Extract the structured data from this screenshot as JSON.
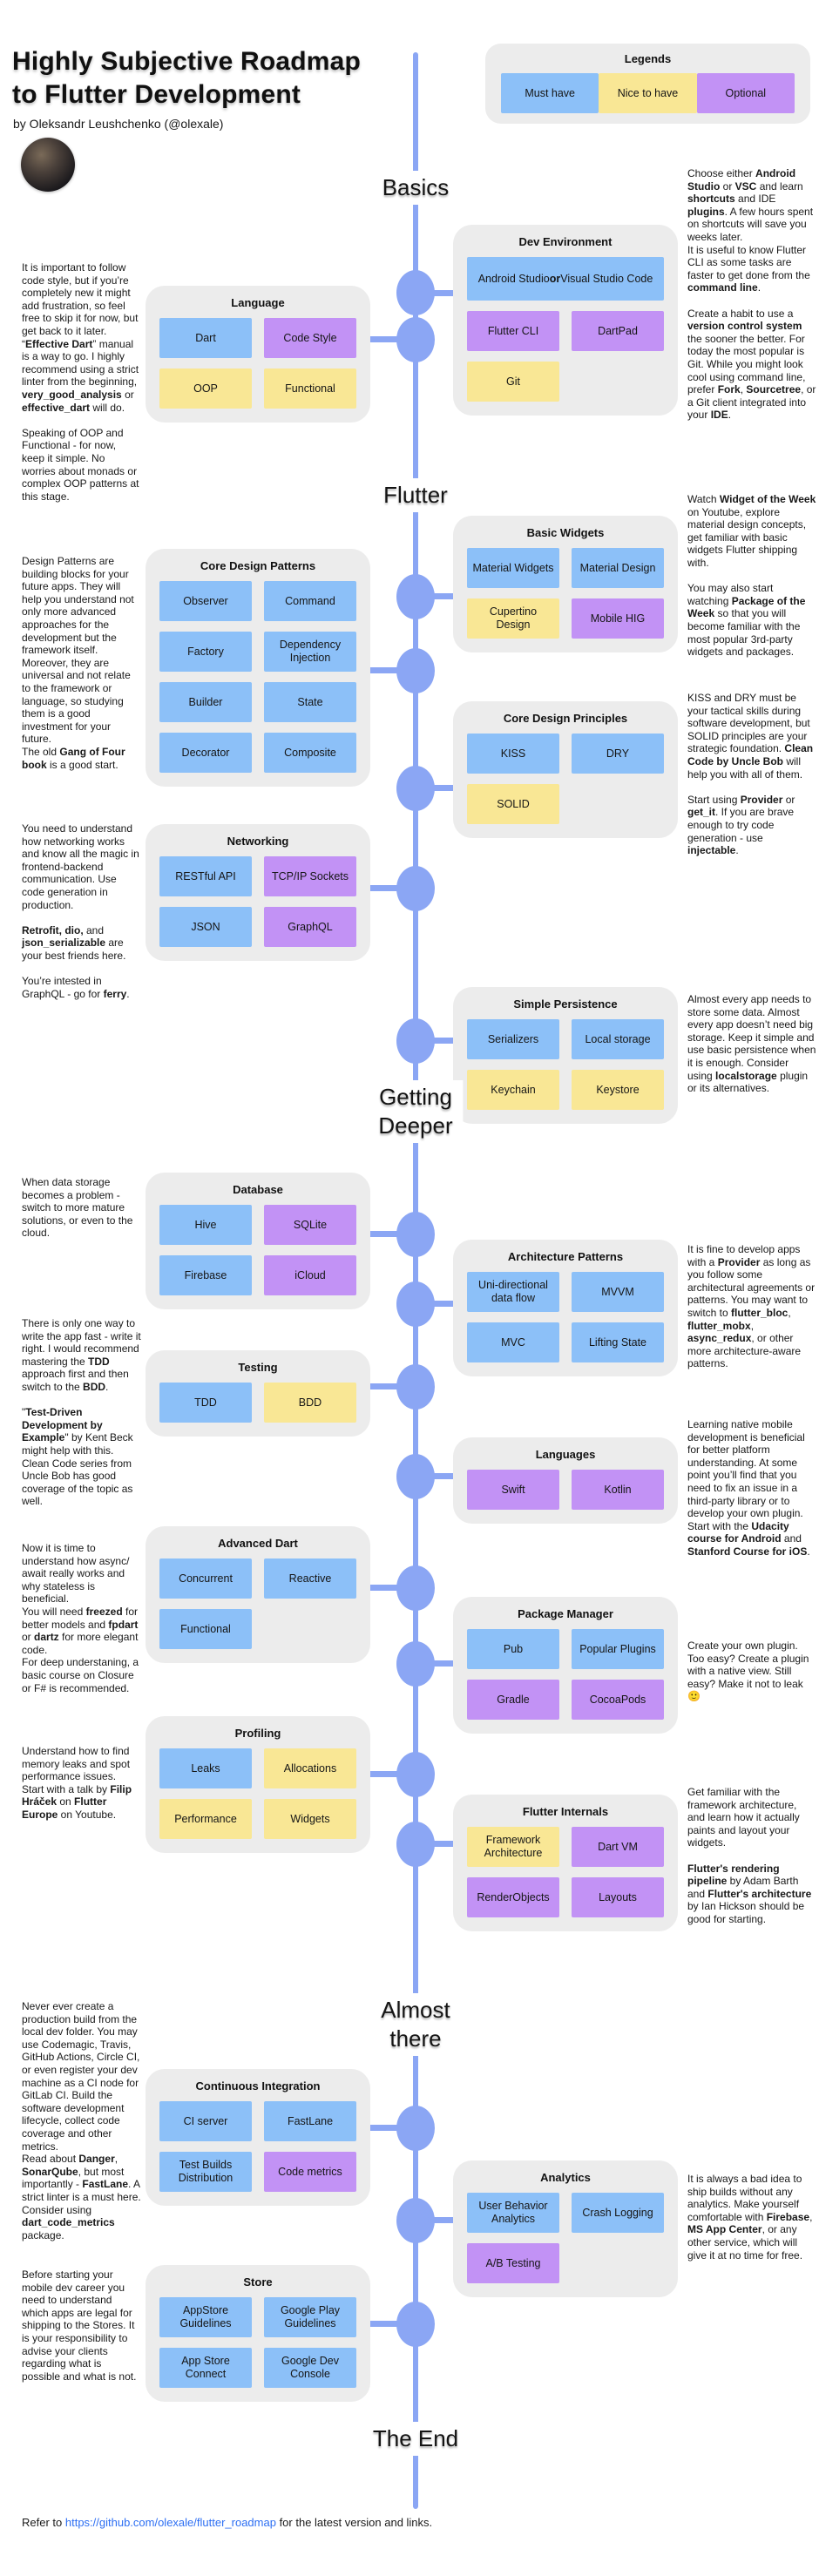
{
  "page": {
    "title": "Highly Subjective Roadmap\nto Flutter Development",
    "byline": "by Oleksandr Leushchenko (@olexale)",
    "footer_prefix": "Refer to ",
    "footer_link": "https://github.com/olexale/flutter_roadmap",
    "footer_suffix": " for the latest version and links."
  },
  "colors": {
    "must": "#8CC0F8",
    "nice": "#F9E795",
    "optional": "#C292F5",
    "tl": "#8BA6F4",
    "box": "#ECECEC",
    "link": "#2D6FF3"
  },
  "legend": {
    "title": "Legends",
    "items": [
      {
        "label": "Must have",
        "type": "must"
      },
      {
        "label": "Nice to have",
        "type": "nice"
      },
      {
        "label": "Optional",
        "type": "optional"
      }
    ]
  },
  "sections": {
    "basics": "Basics",
    "flutter": "Flutter",
    "deeper": "Getting\nDeeper",
    "almost": "Almost\nthere",
    "end": "The End"
  },
  "boxes": {
    "dev_environment": {
      "title": "Dev Environment",
      "rows": [
        [
          {
            "label": "Android Studio <b>or</b> Visual Studio Code",
            "type": "must",
            "span": 2
          }
        ],
        [
          {
            "label": "Flutter CLI",
            "type": "optional"
          },
          {
            "label": "DartPad",
            "type": "optional"
          }
        ],
        [
          {
            "label": "Git",
            "type": "nice"
          }
        ]
      ]
    },
    "language": {
      "title": "Language",
      "rows": [
        [
          {
            "label": "Dart",
            "type": "must"
          },
          {
            "label": "Code Style",
            "type": "optional"
          }
        ],
        [
          {
            "label": "OOP",
            "type": "nice"
          },
          {
            "label": "Functional",
            "type": "nice"
          }
        ]
      ]
    },
    "basic_widgets": {
      "title": "Basic Widgets",
      "rows": [
        [
          {
            "label": "Material Widgets",
            "type": "must"
          },
          {
            "label": "Material Design",
            "type": "must"
          }
        ],
        [
          {
            "label": "Cupertino Design",
            "type": "nice"
          },
          {
            "label": "Mobile HIG",
            "type": "optional"
          }
        ]
      ]
    },
    "design_patterns": {
      "title": "Core Design Patterns",
      "rows": [
        [
          {
            "label": "Observer",
            "type": "must"
          },
          {
            "label": "Command",
            "type": "must"
          }
        ],
        [
          {
            "label": "Factory",
            "type": "must"
          },
          {
            "label": "Dependency Injection",
            "type": "must"
          }
        ],
        [
          {
            "label": "Builder",
            "type": "must"
          },
          {
            "label": "State",
            "type": "must"
          }
        ],
        [
          {
            "label": "Decorator",
            "type": "must"
          },
          {
            "label": "Composite",
            "type": "must"
          }
        ]
      ]
    },
    "design_principles": {
      "title": "Core Design Principles",
      "rows": [
        [
          {
            "label": "KISS",
            "type": "must"
          },
          {
            "label": "DRY",
            "type": "must"
          }
        ],
        [
          {
            "label": "SOLID",
            "type": "nice"
          }
        ]
      ]
    },
    "networking": {
      "title": "Networking",
      "rows": [
        [
          {
            "label": "RESTful API",
            "type": "must"
          },
          {
            "label": "TCP/IP Sockets",
            "type": "optional"
          }
        ],
        [
          {
            "label": "JSON",
            "type": "must"
          },
          {
            "label": "GraphQL",
            "type": "optional"
          }
        ]
      ]
    },
    "persistence": {
      "title": "Simple Persistence",
      "rows": [
        [
          {
            "label": "Serializers",
            "type": "must"
          },
          {
            "label": "Local storage",
            "type": "must"
          }
        ],
        [
          {
            "label": "Keychain",
            "type": "nice"
          },
          {
            "label": "Keystore",
            "type": "nice"
          }
        ]
      ]
    },
    "database": {
      "title": "Database",
      "rows": [
        [
          {
            "label": "Hive",
            "type": "must"
          },
          {
            "label": "SQLite",
            "type": "optional"
          }
        ],
        [
          {
            "label": "Firebase",
            "type": "must"
          },
          {
            "label": "iCloud",
            "type": "optional"
          }
        ]
      ]
    },
    "architecture": {
      "title": "Architecture Patterns",
      "rows": [
        [
          {
            "label": "Uni-directional data flow",
            "type": "must"
          },
          {
            "label": "MVVM",
            "type": "must"
          }
        ],
        [
          {
            "label": "MVC",
            "type": "must"
          },
          {
            "label": "Lifting State",
            "type": "must"
          }
        ]
      ]
    },
    "testing": {
      "title": "Testing",
      "rows": [
        [
          {
            "label": "TDD",
            "type": "must"
          },
          {
            "label": "BDD",
            "type": "nice"
          }
        ]
      ]
    },
    "languages": {
      "title": "Languages",
      "rows": [
        [
          {
            "label": "Swift",
            "type": "optional"
          },
          {
            "label": "Kotlin",
            "type": "optional"
          }
        ]
      ]
    },
    "advanced_dart": {
      "title": "Advanced Dart",
      "rows": [
        [
          {
            "label": "Concurrent",
            "type": "must"
          },
          {
            "label": "Reactive",
            "type": "must"
          }
        ],
        [
          {
            "label": "Functional",
            "type": "must"
          }
        ]
      ]
    },
    "package_manager": {
      "title": "Package Manager",
      "rows": [
        [
          {
            "label": "Pub",
            "type": "must"
          },
          {
            "label": "Popular Plugins",
            "type": "must"
          }
        ],
        [
          {
            "label": "Gradle",
            "type": "optional"
          },
          {
            "label": "CocoaPods",
            "type": "optional"
          }
        ]
      ]
    },
    "profiling": {
      "title": "Profiling",
      "rows": [
        [
          {
            "label": "Leaks",
            "type": "must"
          },
          {
            "label": "Allocations",
            "type": "nice"
          }
        ],
        [
          {
            "label": "Performance",
            "type": "nice"
          },
          {
            "label": "Widgets",
            "type": "nice"
          }
        ]
      ]
    },
    "internals": {
      "title": "Flutter Internals",
      "rows": [
        [
          {
            "label": "Framework Architecture",
            "type": "nice"
          },
          {
            "label": "Dart VM",
            "type": "optional"
          }
        ],
        [
          {
            "label": "RenderObjects",
            "type": "optional"
          },
          {
            "label": "Layouts",
            "type": "optional"
          }
        ]
      ]
    },
    "ci": {
      "title": "Continuous Integration",
      "rows": [
        [
          {
            "label": "CI server",
            "type": "must"
          },
          {
            "label": "FastLane",
            "type": "must"
          }
        ],
        [
          {
            "label": "Test Builds Distribution",
            "type": "must"
          },
          {
            "label": "Code metrics",
            "type": "optional"
          }
        ]
      ]
    },
    "analytics": {
      "title": "Analytics",
      "rows": [
        [
          {
            "label": "User Behavior Analytics",
            "type": "must"
          },
          {
            "label": "Crash Logging",
            "type": "must"
          }
        ],
        [
          {
            "label": "A/B Testing",
            "type": "optional"
          }
        ]
      ]
    },
    "store": {
      "title": "Store",
      "rows": [
        [
          {
            "label": "AppStore Guidelines",
            "type": "must"
          },
          {
            "label": "Google Play Guidelines",
            "type": "must"
          }
        ],
        [
          {
            "label": "App Store Connect",
            "type": "must"
          },
          {
            "label": "Google Dev Console",
            "type": "must"
          }
        ]
      ]
    }
  },
  "notes": {
    "basics_left": "It is important to follow code style, but if you’re completely new it might add frustration, so feel free to skip it for now, but get back to it later. “<b>Effective Dart</b>” manual is a way to go. I highly recommend using a strict linter from the beginning, <b>very_good_analysis</b> or <b>effective_dart</b> will do.\n\nSpeaking of OOP and Functional - for now, keep it simple. No worries about monads or complex OOP patterns at this stage.",
    "basics_right": "Choose either <b>Android Studio</b> or <b>VSC</b> and learn <b>shortcuts</b> and IDE <b>plugins</b>. A few hours spent on shortcuts will save you weeks later.\nIt is useful to know Flutter CLI as some tasks are faster to get done from the <b>command line</b>.\n\nCreate a habit to use a <b>version control system</b> the sooner the better. For today the most popular is Git. While you might look cool using command line, prefer <b>Fork</b>, <b>Sourcetree</b>, or a Git client integrated into your <b>IDE</b>.",
    "widgets_right": "Watch <b>Widget of the Week</b> on Youtube, explore material design concepts, get familiar with basic widgets Flutter shipping with.\n\nYou may also start watching <b>Package of the Week</b> so that you will become familiar with the most popular 3rd-party widgets and packages.",
    "patterns_left": "Design Patterns are building blocks for your future apps. They will help you understand not only more advanced approaches for the development but the framework itself. Moreover, they are universal and not relate to the framework or language, so studying them is a good investment for your future.\nThe old <b>Gang of Four book</b> is a good start.",
    "principles_right": "KISS and DRY must be your tactical skills during software development, but SOLID principles are your strategic foundation. <b>Clean Code by Uncle Bob</b> will help you with all of them.\n\nStart using <b>Provider</b> or <b>get_it</b>. If you are brave enough to try code generation - use <b>injectable</b>.",
    "networking_left": "You need to understand how networking works and know all the magic in frontend-backend communication. Use code generation in production.\n\n<b>Retrofit, dio,</b> and <b>json_serializable</b> are your best friends here.\n\nYou’re intested in GraphQL - go for <b>ferry</b>.",
    "persistence_right": "Almost every app needs to store some data. Almost every app doesn’t need big storage. Keep it simple and use basic persistence when it is enough. Consider using <b>localstorage</b> plugin or its alternatives.",
    "database_left": "When data storage becomes a problem - switch to more mature solutions, or even to the cloud.",
    "architecture_right": "It is fine to develop apps with a <b>Provider</b> as long as you follow some architectural agreements or patterns. You may want to switch to <b>flutter_bloc</b>, <b>flutter_mobx</b>, <b>async_redux</b>, or other more architecture-aware patterns.",
    "testing_left": "There is only one way to write the app fast - write it right. I would recommend mastering the <b>TDD</b> approach first and then switch to the <b>BDD</b>.\n\n\"<b>Test-Driven Development by Example</b>\" by Kent Beck might help with this. Clean Code series from Uncle Bob has good coverage of the topic as well.",
    "native_right": "Learning native mobile development is beneficial for better platform understanding. At some point you’ll find that you need to fix an issue in a third-party library or to develop your own plugin. Start with the <b>Udacity course for Android</b> and <b>Stanford Course for iOS</b>.",
    "dart_left": "Now it is time to understand how async/ await really works and why stateless is beneficial.\nYou will need <b>freezed</b> for better models and <b>fpdart</b> or <b>dartz</b> for more elegant code.\nFor deep understaning, a basic course on Closure or F# is recommended.",
    "plugin_right": "Create your own plugin. Too easy? Create a plugin with a native view. Still easy? Make it not to leak 🙂",
    "profiling_left": "Understand how to find memory leaks and spot performance issues.\nStart with a talk by <b>Filip Hráček</b> on <b>Flutter Europe</b> on Youtube.",
    "internals_right": "Get familiar with the framework architecture, and learn how it actually paints and layout your widgets.\n\n<b>Flutter's rendering pipeline</b> by Adam Barth and <b>Flutter's architecture</b> by Ian Hickson should be good for starting.",
    "ci_left": "Never ever create a production build from the local dev folder. You may use Codemagic, Travis, GitHub Actions, Circle CI, or even register your dev machine as a CI node for GitLab CI. Build the software development lifecycle, collect code coverage and other metrics.\nRead about <b>Danger</b>, <b>SonarQube</b>, but most importantly - <b>FastLane</b>. A strict linter is a must here. Consider using <b>dart_code_metrics</b> package.",
    "analytics_right": "It is always a bad idea to ship builds without any analytics. Make yourself comfortable with <b>Firebase</b>, <b>MS App Center</b>, or any other service, which will give it at no time for free.",
    "store_left": "Before starting your mobile dev career you need to understand which apps are legal for shipping to the Stores. It is your responsibility to advise your clients regarding what is possible and what is not."
  }
}
